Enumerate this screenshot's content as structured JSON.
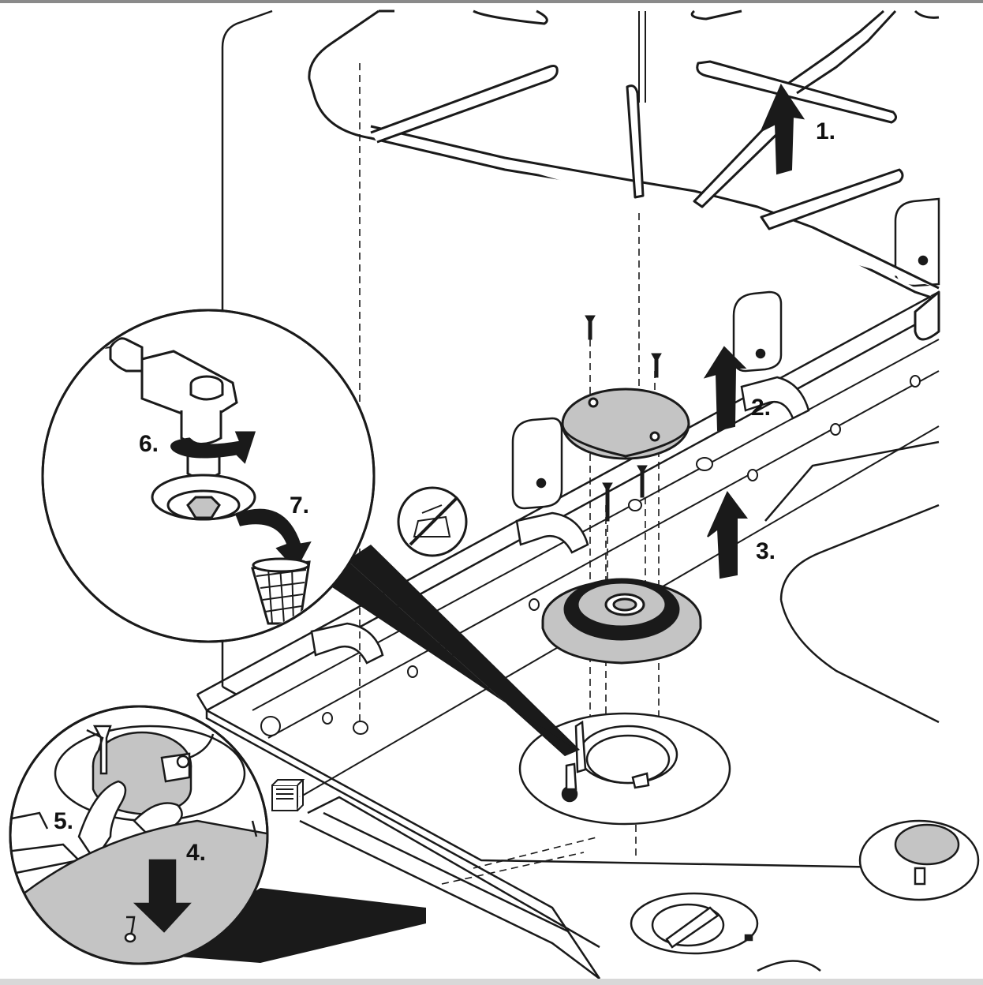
{
  "figure": {
    "steps": [
      {
        "id": "1",
        "label": "1."
      },
      {
        "id": "2",
        "label": "2."
      },
      {
        "id": "3",
        "label": "3."
      },
      {
        "id": "4",
        "label": "4."
      },
      {
        "id": "5",
        "label": "5."
      },
      {
        "id": "6",
        "label": "6."
      },
      {
        "id": "7",
        "label": "7."
      }
    ]
  },
  "colors": {
    "line": "#1a1a1a",
    "fill_light": "#f4f4f4",
    "fill_grey": "#c4c4c4",
    "fill_dark": "#1a1a1a",
    "background": "#ffffff"
  }
}
